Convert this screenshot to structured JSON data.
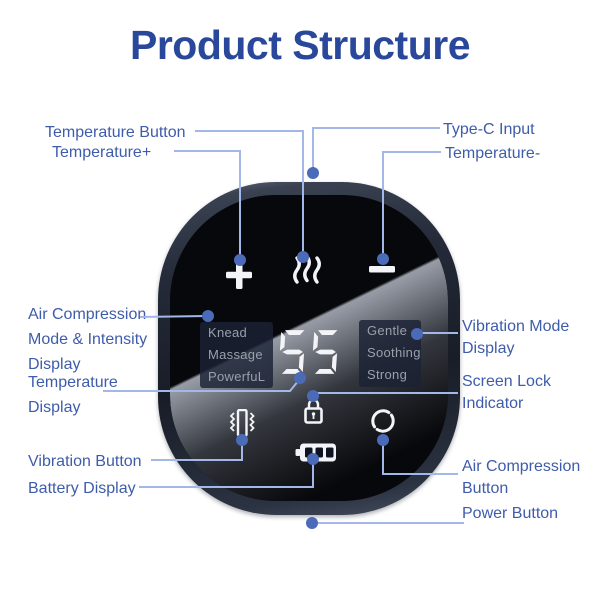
{
  "title": "Product Structure",
  "colors": {
    "title_blue": "#2a489b",
    "label_blue": "#3e5cab",
    "line_blue": "#a3b7e8",
    "dot_blue": "#4b6ab7",
    "device_body": "#242a38",
    "screen_black": "#07080b",
    "screen_text_gray": "#98a0ac",
    "icon_white": "#f2f4f7"
  },
  "labels": {
    "temperature_button": "Temperature Button",
    "temperature_plus": "Temperature+",
    "type_c_input": "Type-C Input",
    "temperature_minus": "Temperature-",
    "air_compression_display": [
      "Air Compression",
      "Mode & Intensity",
      "Display"
    ],
    "temperature_display": [
      "Temperature",
      "Display"
    ],
    "vibration_button": "Vibration Button",
    "battery_display": "Battery Display",
    "vibration_mode_display": [
      "Vibration Mode",
      "Display"
    ],
    "screen_lock_indicator": [
      "Screen Lock",
      "Indicator"
    ],
    "air_compression_button": [
      "Air Compression",
      "Button"
    ],
    "power_button": "Power Button"
  },
  "device": {
    "temperature_value": "55",
    "mode_box_left": [
      "Knead",
      "Massage",
      "PowerfuL"
    ],
    "mode_box_right": [
      "Gentle",
      "Soothing",
      "Strong"
    ],
    "icons": [
      "plus-icon",
      "heat-icon",
      "minus-icon",
      "lock-icon",
      "vibration-icon",
      "battery-icon",
      "air-compression-icon"
    ]
  }
}
